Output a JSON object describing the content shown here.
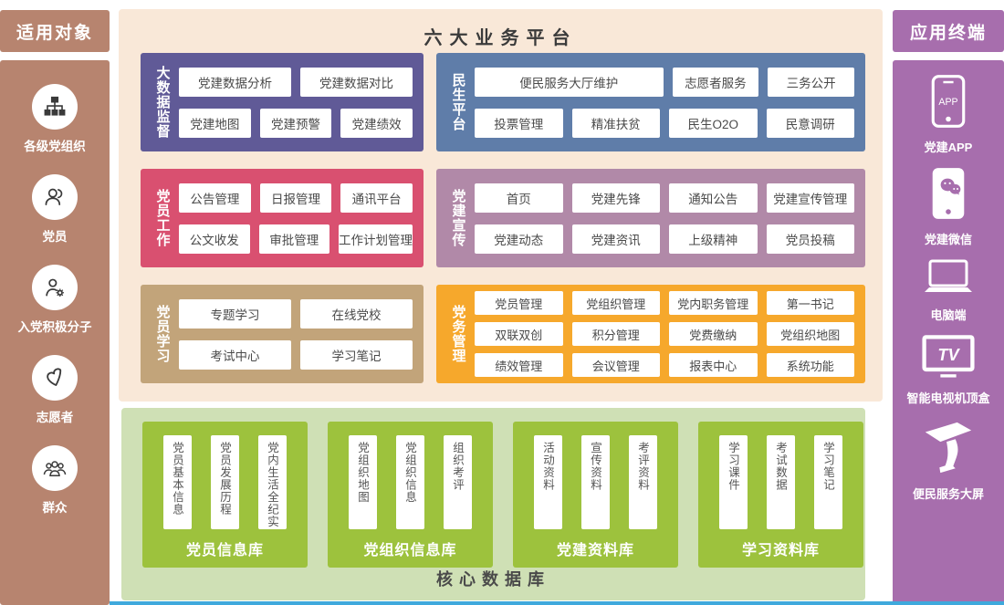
{
  "left_sidebar": {
    "title": "适用对象",
    "color": "#b7846f",
    "items": [
      {
        "label": "各级党组织",
        "icon": "org-hierarchy-icon"
      },
      {
        "label": "党员",
        "icon": "members-icon"
      },
      {
        "label": "入党积极分子",
        "icon": "party-applicant-icon"
      },
      {
        "label": "志愿者",
        "icon": "volunteer-heart-icon"
      },
      {
        "label": "群众",
        "icon": "masses-icon"
      }
    ]
  },
  "main": {
    "title": "六大业务平台",
    "background": "#f9e8d8",
    "platforms": [
      {
        "name": "大数据监督",
        "color": "#605a97",
        "items": [
          "党建数据分析",
          "党建数据对比",
          "党建地图",
          "党建预警",
          "党建绩效"
        ]
      },
      {
        "name": "民生平台",
        "color": "#5f7da9",
        "items": [
          "便民服务大厅维护",
          "志愿者服务",
          "三务公开",
          "投票管理",
          "精准扶贫",
          "民生O2O",
          "民意调研"
        ]
      },
      {
        "name": "党员工作",
        "color": "#d95070",
        "items": [
          "公告管理",
          "日报管理",
          "通讯平台",
          "公文收发",
          "审批管理",
          "工作计划管理"
        ]
      },
      {
        "name": "党建宣传",
        "color": "#b189a8",
        "items": [
          "首页",
          "党建先锋",
          "通知公告",
          "党建宣传管理",
          "党建动态",
          "党建资讯",
          "上级精神",
          "党员投稿"
        ]
      },
      {
        "name": "党员学习",
        "color": "#c2a47a",
        "items": [
          "专题学习",
          "在线党校",
          "考试中心",
          "学习笔记"
        ]
      },
      {
        "name": "党务管理",
        "color": "#f6a82c",
        "items": [
          "党员管理",
          "党组织管理",
          "党内职务管理",
          "第一书记",
          "双联双创",
          "积分管理",
          "党费缴纳",
          "党组织地图",
          "绩效管理",
          "会议管理",
          "报表中心",
          "系统功能"
        ]
      }
    ],
    "database": {
      "title": "核心数据库",
      "background": "#cfe0b5",
      "box_color": "#9dc23d",
      "groups": [
        {
          "name": "党员信息库",
          "items": [
            "党员基本信息",
            "党员发展历程",
            "党内生活全纪实"
          ]
        },
        {
          "name": "党组织信息库",
          "items": [
            "党组织地图",
            "党组织信息",
            "组织考评"
          ]
        },
        {
          "name": "党建资料库",
          "items": [
            "活动资料",
            "宣传资料",
            "考评资料"
          ]
        },
        {
          "name": "学习资料库",
          "items": [
            "学习课件",
            "考试数据",
            "学习笔记"
          ]
        }
      ]
    }
  },
  "right_sidebar": {
    "title": "应用终端",
    "color": "#a76ead",
    "items": [
      {
        "label": "党建APP",
        "icon": "app-phone-icon"
      },
      {
        "label": "党建微信",
        "icon": "wechat-phone-icon"
      },
      {
        "label": "电脑端",
        "icon": "computer-icon"
      },
      {
        "label": "智能电视机顶盒",
        "icon": "smart-tv-icon"
      },
      {
        "label": "便民服务大屏",
        "icon": "service-kiosk-icon"
      }
    ]
  },
  "accent": {
    "footer_bar_color": "#3fa9dc"
  }
}
